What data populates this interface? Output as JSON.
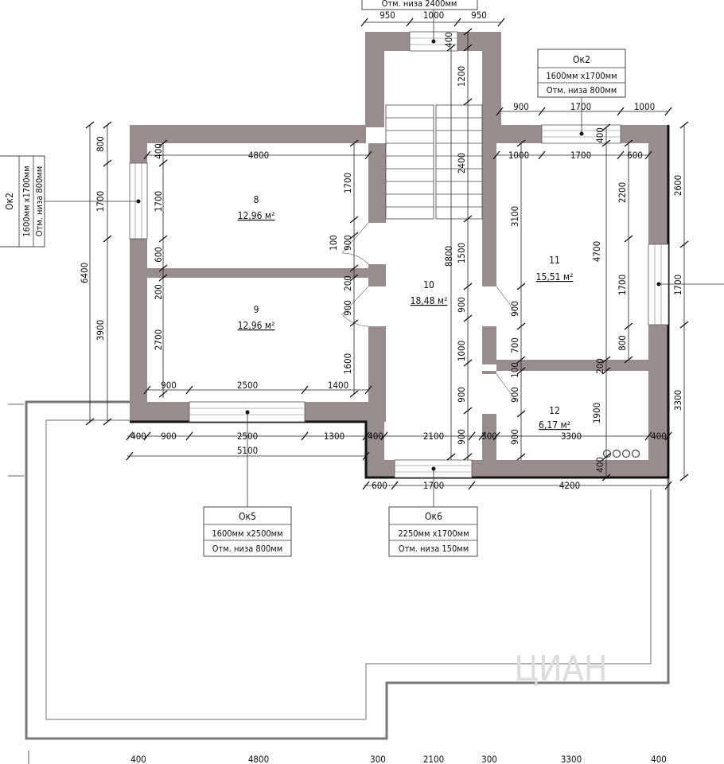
{
  "rooms": [
    {
      "number": "8",
      "area": "12,96 м²"
    },
    {
      "number": "9",
      "area": "12,96 м²"
    },
    {
      "number": "10",
      "area": "18,48 м²"
    },
    {
      "number": "11",
      "area": "15,51 м²"
    },
    {
      "number": "12",
      "area": "6,17 м²"
    }
  ],
  "windows": {
    "ok2_top": {
      "name": "Ок2",
      "size": "1600мм х1700мм",
      "sill": "Отм. низа 800мм"
    },
    "ok2_left": {
      "name": "Ок2",
      "size": "1600мм х1700мм",
      "sill": "Отм. низа 800мм"
    },
    "ok5": {
      "name": "Ок5",
      "size": "1600мм х2500мм",
      "sill": "Отм. низа 800мм"
    },
    "ok6": {
      "name": "Ок6",
      "size": "2250мм х1700мм",
      "sill": "Отм. низа 150мм"
    },
    "stair_window_sill": "Отм. низа 2400мм"
  },
  "dims": {
    "top_950a": "950",
    "top_1000": "1000",
    "top_950b": "950",
    "ok2_900": "900",
    "ok2_1700": "1700",
    "ok2_1000": "1000",
    "r8_4800": "4800",
    "r11_1000": "1000",
    "r11_1700": "1700",
    "r11_600": "600",
    "r9_900": "900",
    "r9_2500": "2500",
    "r9_1400": "1400",
    "b1_400a": "400",
    "b1_900": "900",
    "b1_2500": "2500",
    "b1_1300": "1300",
    "b1_400b": "400",
    "b1_2100": "2100",
    "b1_300": "300",
    "b1_3300": "3300",
    "b1_400c": "400",
    "b2_5100": "5100",
    "b3_600": "600",
    "b3_1700": "1700",
    "b3_4200": "4200",
    "bot_400a": "400",
    "bot_4800": "4800",
    "bot_300a": "300",
    "bot_2100": "2100",
    "bot_300b": "300",
    "bot_3300": "3300",
    "bot_400b": "400",
    "l_800": "800",
    "l_1700": "1700",
    "l_6400": "6400",
    "l_3900": "3900",
    "li_400": "400",
    "li_1700": "1700",
    "li_600": "600",
    "li_200": "200",
    "li_2700": "2700",
    "r8_1700": "1700",
    "d_100": "100",
    "d_900a": "900",
    "d_200": "200",
    "d_900b": "900",
    "d_1600": "1600",
    "st_400": "400",
    "st_1200": "1200",
    "st_2400": "2400",
    "st_8800": "8800",
    "st_1500": "1500",
    "st_900a": "900",
    "st_1000": "1000",
    "st_900b": "900",
    "st_900c": "900",
    "r11_3100": "3100",
    "r11_900": "900",
    "r11_700": "700",
    "r11_100": "100",
    "r11_900b": "900",
    "r11_900c": "900",
    "r11_400a": "400",
    "r11_2200": "2200",
    "r11_4700": "4700",
    "r11_1700v": "1700",
    "r11_800": "800",
    "r11_200": "200",
    "r11_1900": "1900",
    "r11_400b": "400",
    "r_2600": "2600",
    "r_1700": "1700",
    "r_3300": "3300"
  },
  "watermark": "ЦИАН"
}
